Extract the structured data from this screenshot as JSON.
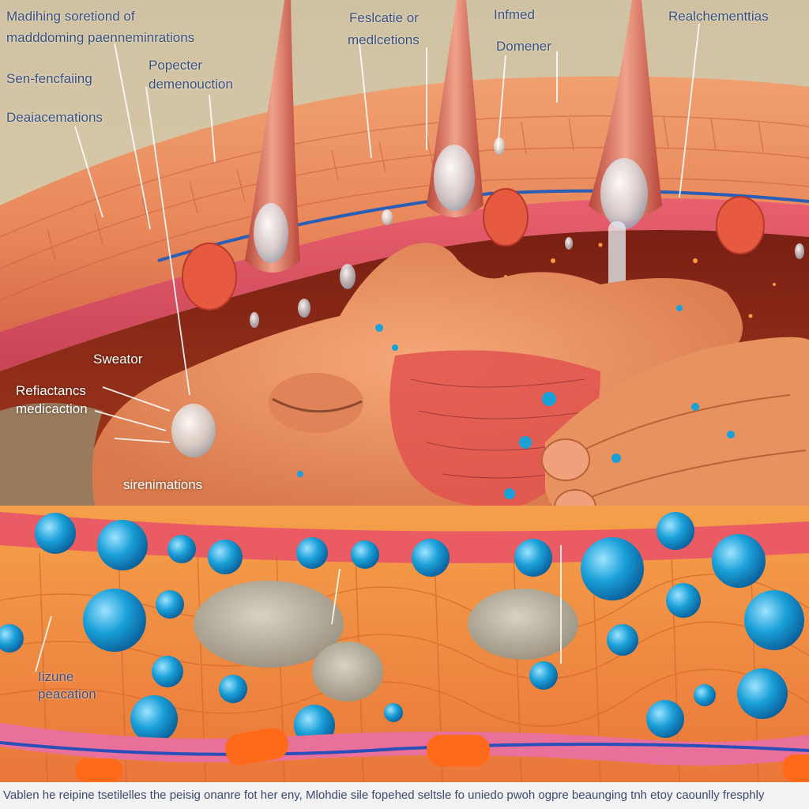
{
  "labels": {
    "top_left_1": "Madihing soretiond of",
    "top_left_2": "madddoming paenneminrations",
    "top_center_1": "Feslcatie or",
    "top_center_2": "medlcetions",
    "top_inflamed": "Infmed",
    "top_right": "Realchementtias",
    "domener": "Domener",
    "left_sen": "Sen-fencfaiing",
    "popecter_1": "Popecter",
    "popecter_2": "demenouction",
    "deacements": "Deaiacemations",
    "sweater": "Sweator",
    "refactance_1": "Refiactancs",
    "refactance_2": "medicaction",
    "sirenimations": "sirenimations",
    "lizune_1": "Iizune",
    "lizune_2": "peacation"
  },
  "caption": "Vablen he reipine tsetilelles the peisig onanre fot her eny, Mlohdie sile fopehed seltsle fo uniedo pwoh ogpre beaunging tnh etoy caounlly fresphly",
  "colors": {
    "background": "#d9c7a6",
    "skin_upper": "#e8875a",
    "dermis_pink": "#e0536a",
    "fat_orange": "#f08a3a",
    "droplet_blue": "#1aa0d8",
    "label_text": "#3c4f7a",
    "caption_bg": "#f2f2f2"
  }
}
